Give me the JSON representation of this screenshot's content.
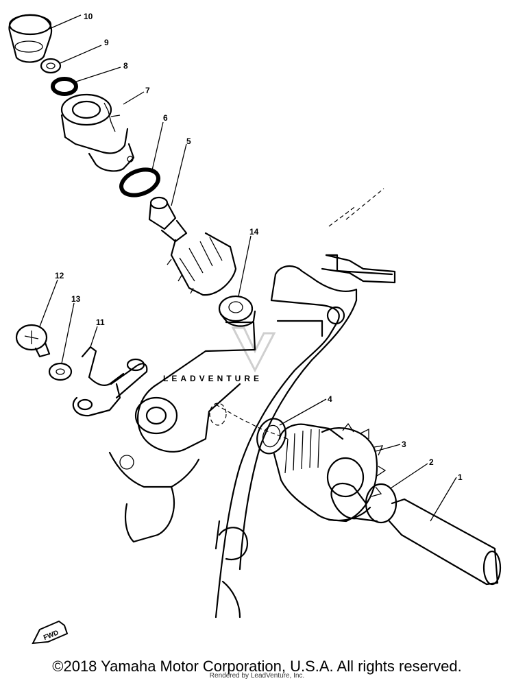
{
  "callouts": {
    "c1": "1",
    "c2": "2",
    "c3": "3",
    "c4": "4",
    "c5": "5",
    "c6": "6",
    "c7": "7",
    "c8": "8",
    "c9": "9",
    "c10": "10",
    "c11": "11",
    "c12": "12",
    "c13": "13",
    "c14": "14"
  },
  "fwd_label": "FWD",
  "watermark_text": "LEADVENTURE",
  "copyright": "©2018 Yamaha Motor Corporation, U.S.A. All rights reserved.",
  "rendered_by": "Rendered by LeadVenture, Inc."
}
